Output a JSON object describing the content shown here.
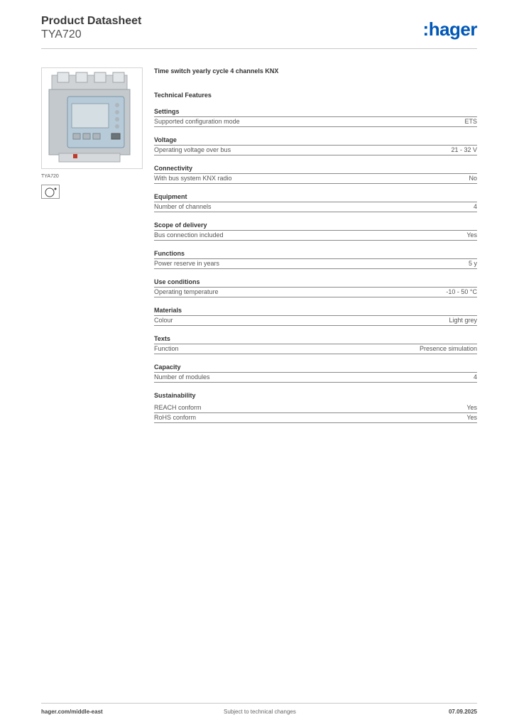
{
  "header": {
    "title": "Product Datasheet",
    "subtitle": "TYA720",
    "logo": ":hager"
  },
  "product": {
    "caption": "TYA720",
    "name": "Time switch yearly cycle 4 channels KNX",
    "features_heading": "Technical Features"
  },
  "sections": [
    {
      "title": "Settings",
      "rows": [
        {
          "label": "Supported configuration mode",
          "value": "ETS"
        }
      ]
    },
    {
      "title": "Voltage",
      "rows": [
        {
          "label": "Operating voltage over bus",
          "value": "21 - 32 V"
        }
      ]
    },
    {
      "title": "Connectivity",
      "rows": [
        {
          "label": "With bus system KNX radio",
          "value": "No"
        }
      ]
    },
    {
      "title": "Equipment",
      "rows": [
        {
          "label": "Number of channels",
          "value": "4"
        }
      ]
    },
    {
      "title": "Scope of delivery",
      "rows": [
        {
          "label": "Bus connection included",
          "value": "Yes"
        }
      ]
    },
    {
      "title": "Functions",
      "rows": [
        {
          "label": "Power reserve in years",
          "value": "5 y"
        }
      ]
    },
    {
      "title": "Use conditions",
      "rows": [
        {
          "label": "Operating temperature",
          "value": "-10 - 50 °C"
        }
      ]
    },
    {
      "title": "Materials",
      "rows": [
        {
          "label": "Colour",
          "value": "Light grey"
        }
      ]
    },
    {
      "title": "Texts",
      "rows": [
        {
          "label": "Function",
          "value": "Presence simulation"
        }
      ]
    },
    {
      "title": "Capacity",
      "rows": [
        {
          "label": "Number of modules",
          "value": "4"
        }
      ]
    },
    {
      "title": "Sustainability",
      "rows": [
        {
          "label": "REACH conform",
          "value": "Yes"
        },
        {
          "label": "RoHS conform",
          "value": "Yes"
        }
      ]
    }
  ],
  "footer": {
    "website": "hager.com/middle-east",
    "note": "Subject to technical changes",
    "date": "07.09.2025"
  },
  "colors": {
    "brand": "#0057b8",
    "text": "#3c3c3c",
    "rule": "#8a8a8a"
  }
}
